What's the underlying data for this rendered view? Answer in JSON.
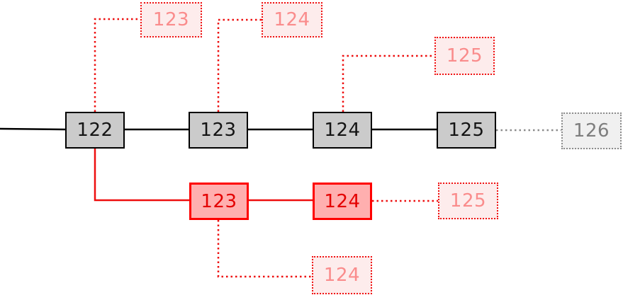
{
  "colors": {
    "main_block_fill": "#cbcbcb",
    "main_block_border": "#000000",
    "main_block_text": "#141414",
    "candidate_gray_fill": "#f0f0f0",
    "candidate_gray_border": "#8c8c8c",
    "candidate_gray_text": "#7e7e7e",
    "fork_block_fill": "#ffafaf",
    "fork_block_border": "#ff0000",
    "fork_block_text": "#e40000",
    "candidate_red_fill": "#fdecec",
    "candidate_red_border": "#f01414",
    "candidate_red_text": "#fa8c8c",
    "main_line": "#000000",
    "fork_line": "#ee0e0e"
  },
  "main_chain": {
    "blocks": [
      {
        "label": "122"
      },
      {
        "label": "123"
      },
      {
        "label": "124"
      },
      {
        "label": "125"
      }
    ],
    "next_candidate": {
      "label": "126"
    }
  },
  "orphan_candidates": [
    {
      "label": "123"
    },
    {
      "label": "124"
    },
    {
      "label": "125"
    }
  ],
  "fork_chain": {
    "blocks": [
      {
        "label": "123"
      },
      {
        "label": "124"
      }
    ],
    "next_candidate": {
      "label": "125"
    },
    "orphan_candidate": {
      "label": "124"
    }
  }
}
